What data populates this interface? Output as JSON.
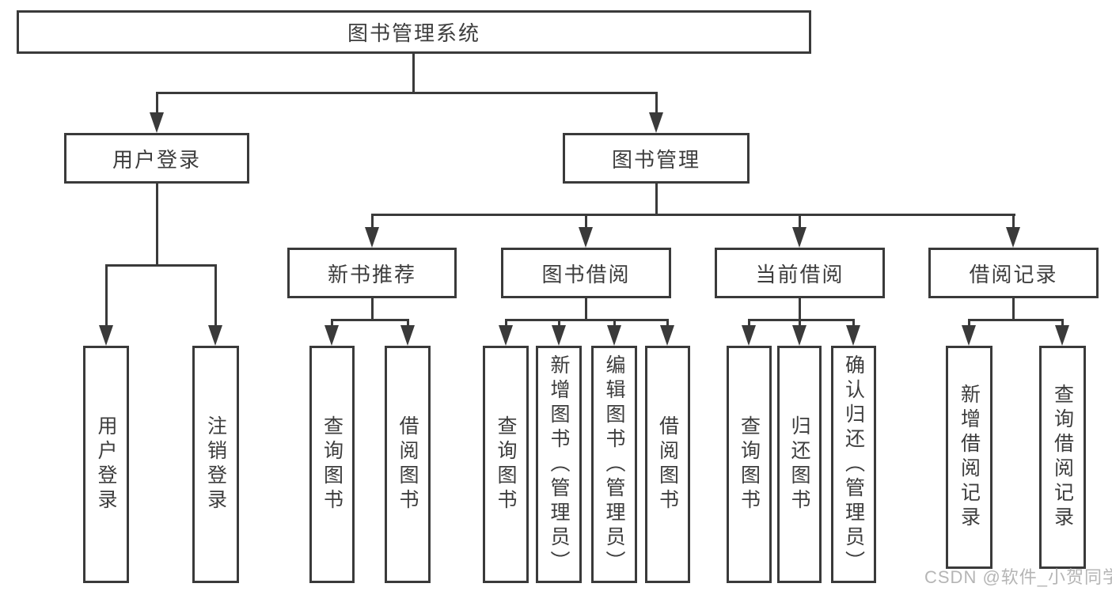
{
  "tree": {
    "root": {
      "label": "图书管理系统"
    },
    "children": [
      {
        "label": "用户登录",
        "children": [
          {
            "label": "用户登录"
          },
          {
            "label": "注销登录"
          }
        ]
      },
      {
        "label": "图书管理",
        "children": [
          {
            "label": "新书推荐",
            "children": [
              {
                "label": "查询图书"
              },
              {
                "label": "借阅图书"
              }
            ]
          },
          {
            "label": "图书借阅",
            "children": [
              {
                "label": "查询图书"
              },
              {
                "label": "新增图书（管理员）"
              },
              {
                "label": "编辑图书（管理员）"
              },
              {
                "label": "借阅图书"
              }
            ]
          },
          {
            "label": "当前借阅",
            "children": [
              {
                "label": "查询图书"
              },
              {
                "label": "归还图书"
              },
              {
                "label": "确认归还（管理员）"
              }
            ]
          },
          {
            "label": "借阅记录",
            "children": [
              {
                "label": "新增借阅记录"
              },
              {
                "label": "查询借阅记录"
              }
            ]
          }
        ]
      }
    ]
  },
  "watermark": "CSDN @软件_小贺同学",
  "colors": {
    "line": "#3a3a3a",
    "text": "#3d3d3d",
    "watermark": "#b5b5b5",
    "background": "#ffffff"
  }
}
